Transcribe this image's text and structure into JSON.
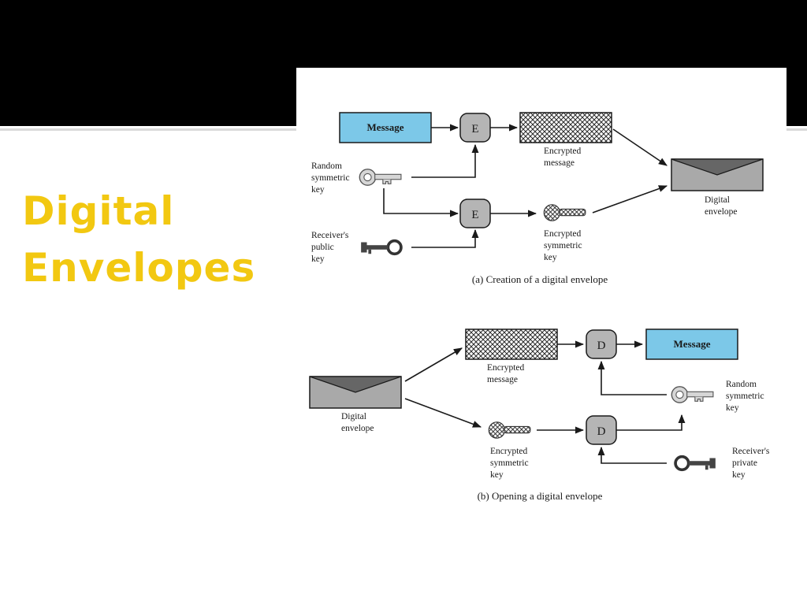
{
  "slide": {
    "title_line1": "Digital",
    "title_line2": "Envelopes"
  },
  "colors": {
    "title": "#f2c811",
    "message_box": "#7cc8e8",
    "node": "#b5b5b5",
    "envelope": "#a9a9a9",
    "background_band": "#000000"
  },
  "diagram_a": {
    "message": "Message",
    "encrypt_node": "E",
    "encrypted_message": [
      "Encrypted",
      "message"
    ],
    "random_symmetric_key": [
      "Random",
      "symmetric",
      "key"
    ],
    "receivers_public_key": [
      "Receiver's",
      "public",
      "key"
    ],
    "encrypted_symmetric_key": [
      "Encrypted",
      "symmetric",
      "key"
    ],
    "digital_envelope": [
      "Digital",
      "envelope"
    ],
    "caption": "(a) Creation of a digital envelope"
  },
  "diagram_b": {
    "digital_envelope": [
      "Digital",
      "envelope"
    ],
    "encrypted_message": [
      "Encrypted",
      "message"
    ],
    "decrypt_node": "D",
    "message": "Message",
    "random_symmetric_key": [
      "Random",
      "symmetric",
      "key"
    ],
    "encrypted_symmetric_key": [
      "Encrypted",
      "symmetric",
      "key"
    ],
    "receivers_private_key": [
      "Receiver's",
      "private",
      "key"
    ],
    "caption": "(b) Opening a digital envelope"
  }
}
